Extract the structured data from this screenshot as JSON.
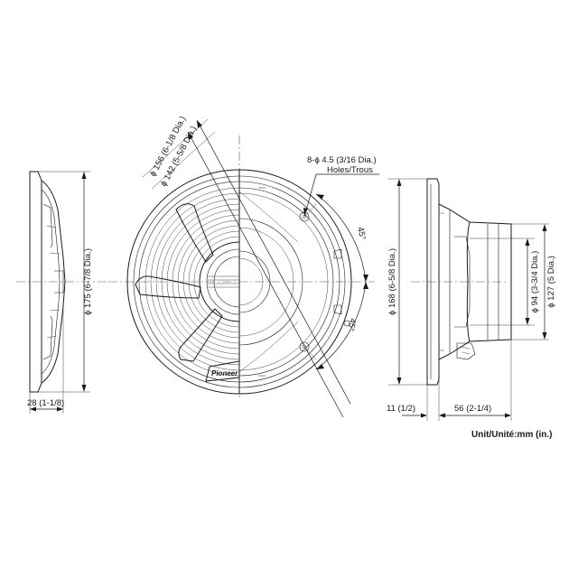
{
  "dimensions": {
    "side_depth": "28 (1-1/8)",
    "side_outer_dia": "ϕ 175 (6-7/8 Dia.)",
    "front_dia_156": "ϕ 156 (6-1/8 Dia.)",
    "front_dia_142": "ϕ 142 (5-5/8 Dia.)",
    "holes_count": "8-ϕ 4.5 (3/16 Dia.)",
    "holes_label": "Holes/Trous",
    "angle_top": "45°",
    "angle_bottom": "45°",
    "profile_dia_168": "ϕ 168 (6-5/8 Dia.)",
    "profile_dia_94": "ϕ 94 (3-3/4 Dia.)",
    "profile_dia_127": "ϕ 127 (5 Dia.)",
    "flange_thickness": "11 (1/2)",
    "mount_depth": "56 (2-1/4)"
  },
  "unit_label": "Unit/Unité:mm (in.)",
  "brand_logo": "Pioneer"
}
